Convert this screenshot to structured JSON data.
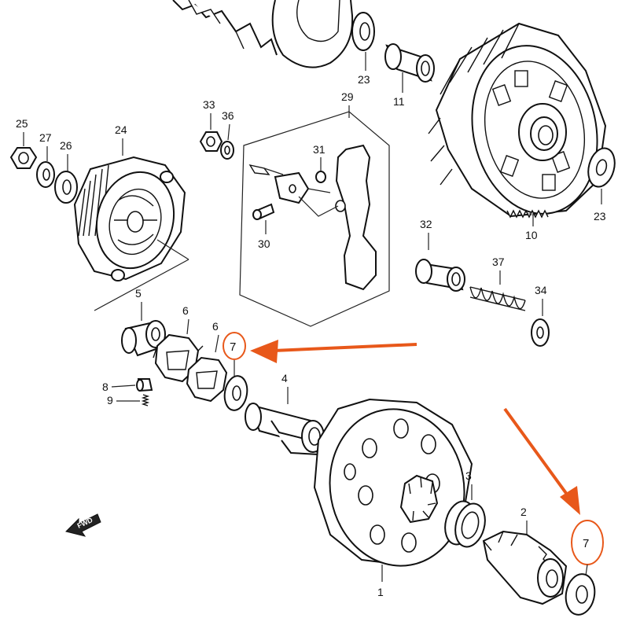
{
  "parts": {
    "p1": "1",
    "p2": "2",
    "p3": "3",
    "p4": "4",
    "p5": "5",
    "p6a": "6",
    "p6b": "6",
    "p7a": "7",
    "p7b": "7",
    "p8": "8",
    "p9": "9",
    "p10": "10",
    "p11": "11",
    "p23a": "23",
    "p23b": "23",
    "p24": "24",
    "p25": "25",
    "p26": "26",
    "p27": "27",
    "p29": "29",
    "p30": "30",
    "p31": "31",
    "p32": "32",
    "p33": "33",
    "p34": "34",
    "p36": "36",
    "p37": "37"
  },
  "fwd_label": "FWD",
  "colors": {
    "highlight": "#e8581a",
    "line": "#111111",
    "background": "#ffffff"
  }
}
